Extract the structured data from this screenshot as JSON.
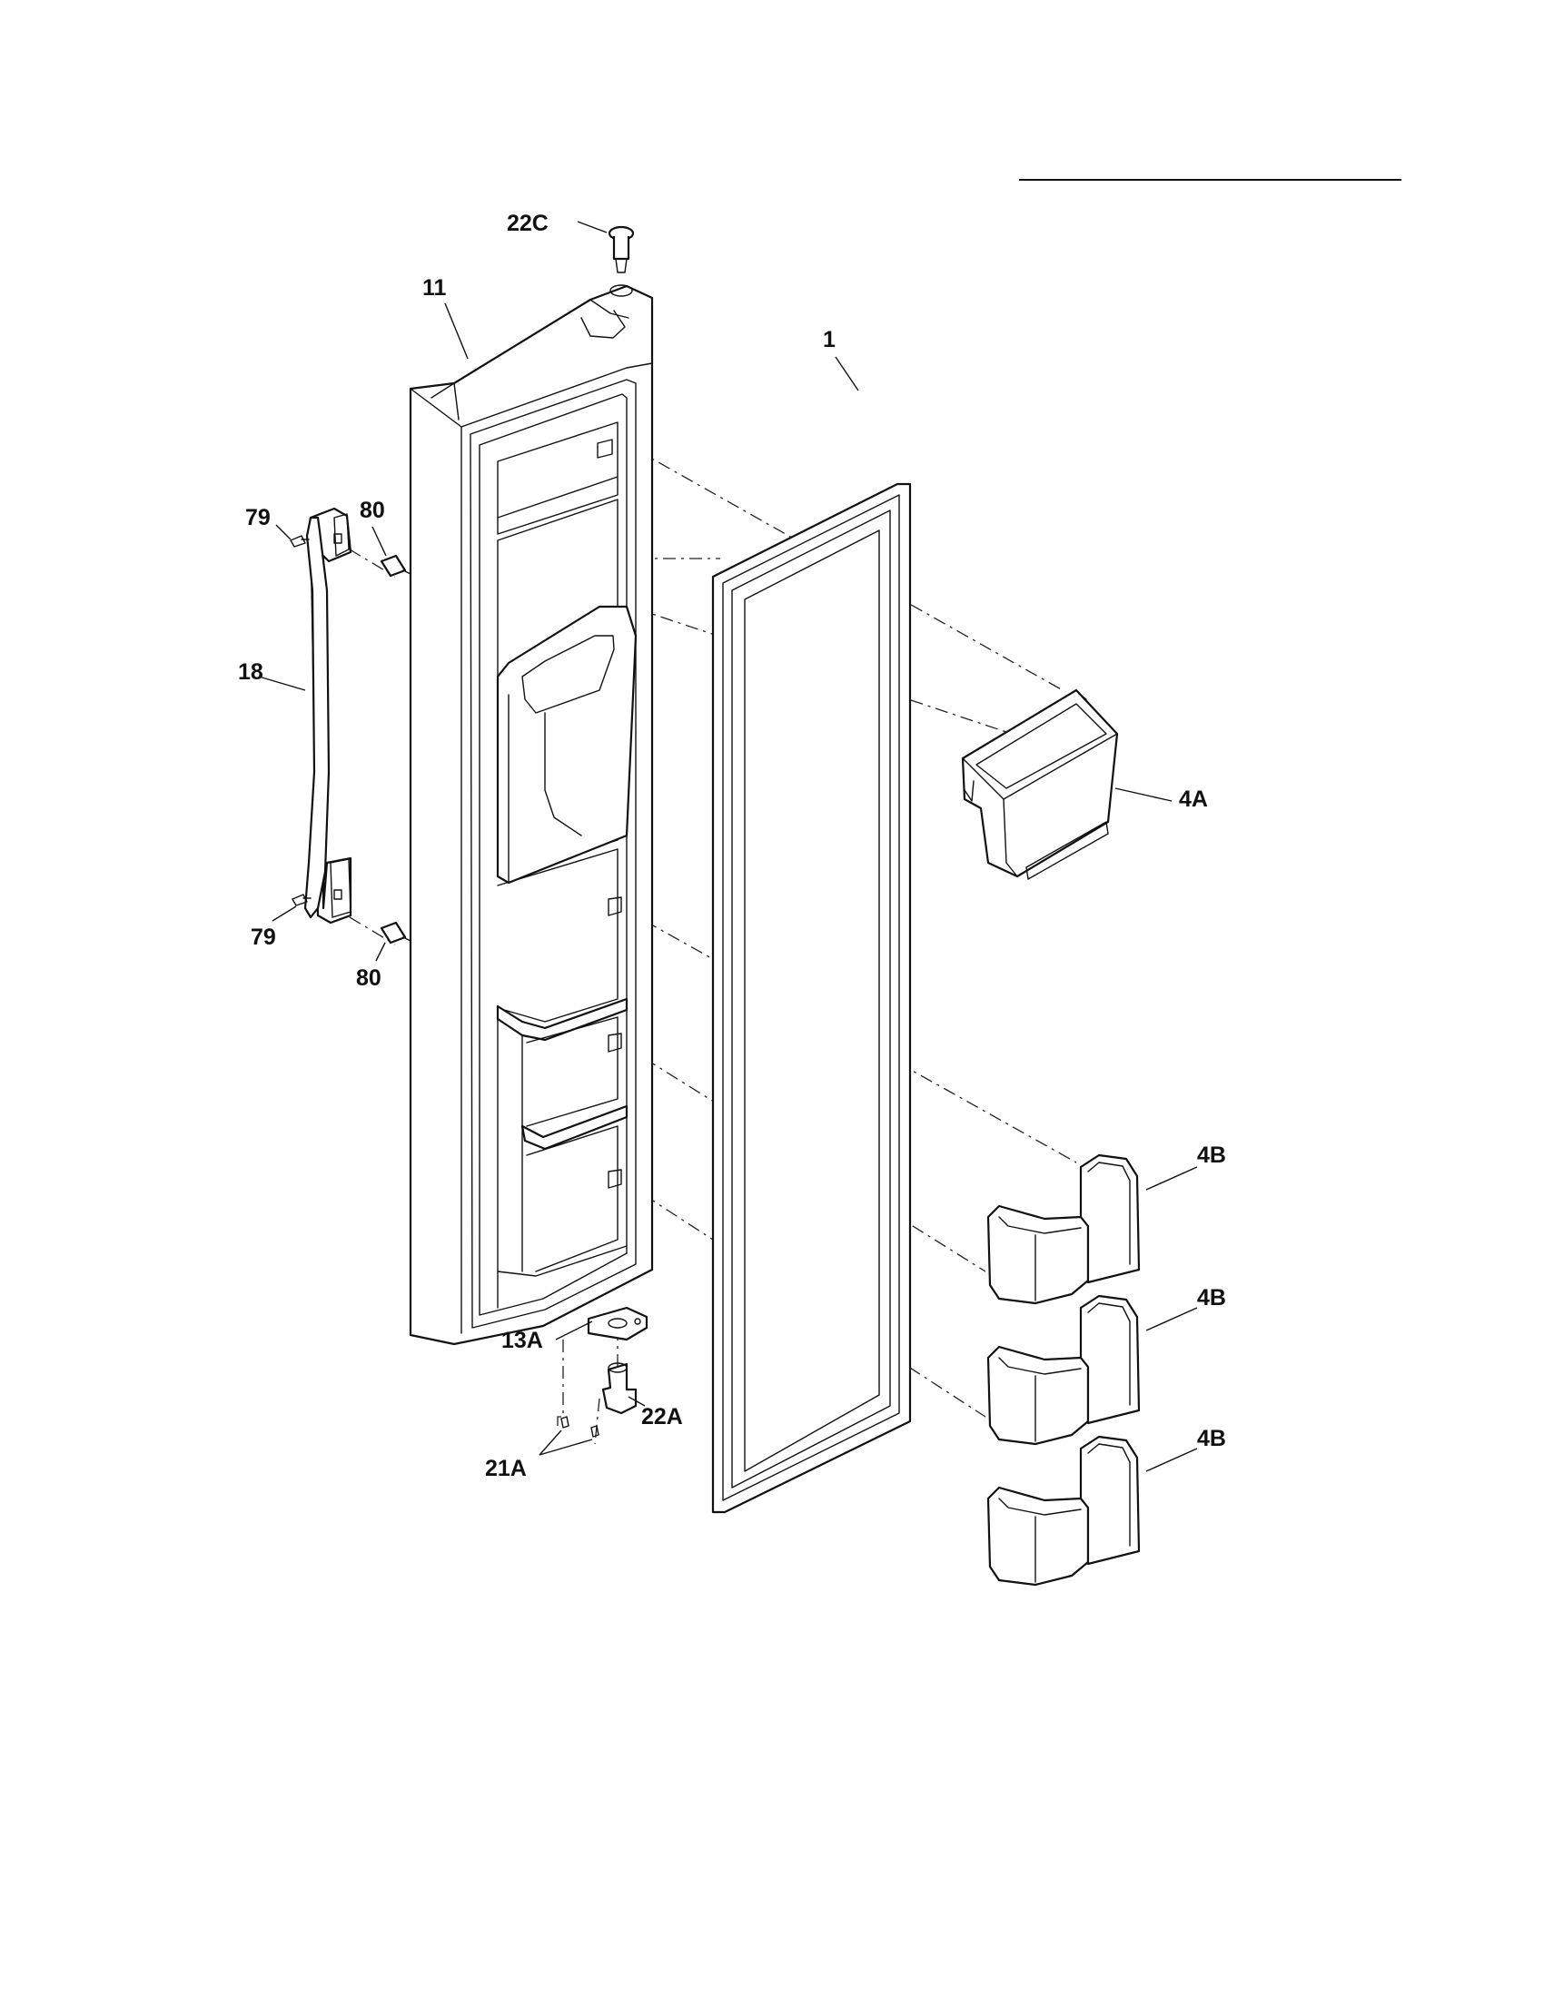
{
  "callouts": {
    "c_22C": "22C",
    "c_11": "11",
    "c_1": "1",
    "c_79_top": "79",
    "c_80_top": "80",
    "c_18": "18",
    "c_4A": "4A",
    "c_79_bot": "79",
    "c_80_bot": "80",
    "c_4B_1": "4B",
    "c_4B_2": "4B",
    "c_4B_3": "4B",
    "c_13A": "13A",
    "c_22A": "22A",
    "c_21A": "21A"
  }
}
